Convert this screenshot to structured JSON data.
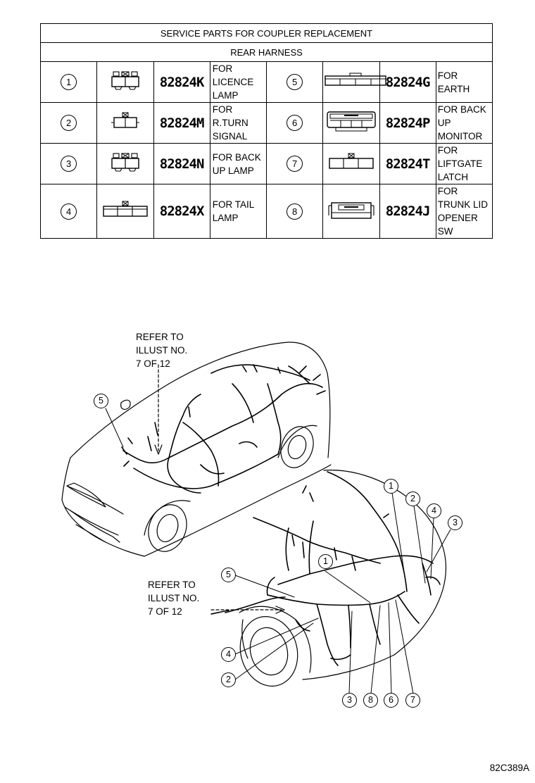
{
  "table": {
    "title": "SERVICE PARTS FOR COUPLER REPLACEMENT",
    "subtitle": "REAR HARNESS",
    "rows": [
      {
        "left": {
          "num": "1",
          "code": "82824K",
          "desc": [
            "FOR LICENCE",
            "LAMP"
          ]
        },
        "right": {
          "num": "5",
          "code": "82824G",
          "desc": [
            "FOR EARTH"
          ]
        }
      },
      {
        "left": {
          "num": "2",
          "code": "82824M",
          "desc": [
            "FOR R.TURN",
            "SIGNAL"
          ]
        },
        "right": {
          "num": "6",
          "code": "82824P",
          "desc": [
            "FOR BACK",
            "UP MONITOR"
          ]
        }
      },
      {
        "left": {
          "num": "3",
          "code": "82824N",
          "desc": [
            "FOR BACK",
            "UP LAMP"
          ]
        },
        "right": {
          "num": "7",
          "code": "82824T",
          "desc": [
            "FOR LIFTGATE",
            "LATCH"
          ]
        }
      },
      {
        "left": {
          "num": "4",
          "code": "82824X",
          "desc": [
            "FOR TAIL",
            "LAMP"
          ]
        },
        "right": {
          "num": "8",
          "code": "82824J",
          "desc": [
            "FOR TRUNK LID",
            "OPENER SW"
          ]
        }
      }
    ]
  },
  "diagram": {
    "refer_top": [
      "REFER TO",
      "ILLUST NO.",
      "7 OF 12"
    ],
    "refer_bottom": [
      "REFER TO",
      "ILLUST NO.",
      "7 OF 12"
    ],
    "callouts": {
      "front_5": "5",
      "rear_1a": "1",
      "rear_2a": "2",
      "rear_4a": "4",
      "rear_3a": "3",
      "rear_1b": "1",
      "rear_5": "5",
      "rear_4b": "4",
      "rear_2b": "2",
      "rear_3b": "3",
      "rear_8": "8",
      "rear_6": "6",
      "rear_7": "7"
    },
    "figure_code": "82C389A"
  }
}
